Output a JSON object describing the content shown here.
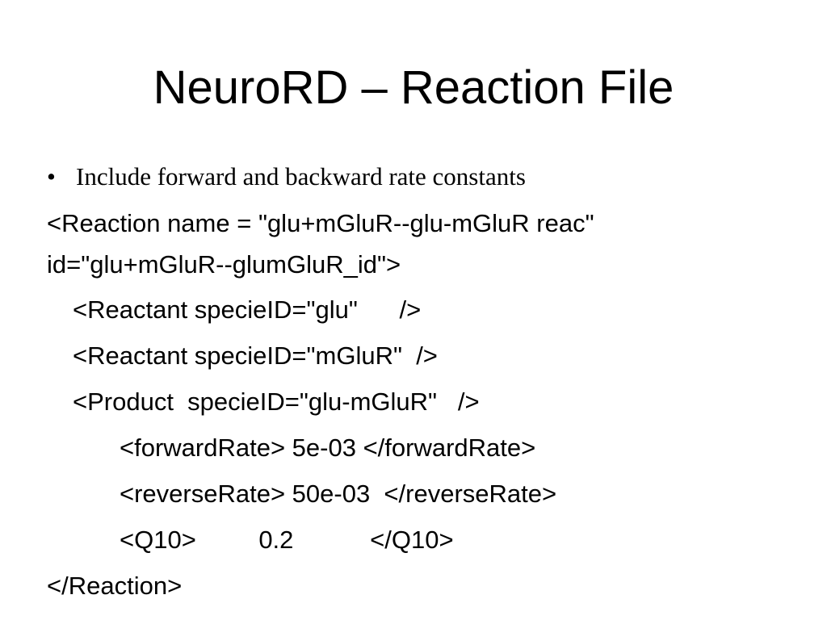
{
  "slide": {
    "title": "NeuroRD – Reaction File",
    "bullet": {
      "marker": "•",
      "text": "Include forward and backward rate constants"
    },
    "code_lines": [
      "<Reaction name = \"glu+mGluR--glu-mGluR reac\"",
      "id=\"glu+mGluR--glumGluR_id\">",
      "<Reactant specieID=\"glu\"      />",
      "<Reactant specieID=\"mGluR\"  />",
      "<Product  specieID=\"glu-mGluR\"   />",
      "<forwardRate> 5e-03 </forwardRate>",
      "<reverseRate> 50e-03  </reverseRate>",
      "<Q10>         0.2           </Q10>",
      "</Reaction>"
    ]
  }
}
